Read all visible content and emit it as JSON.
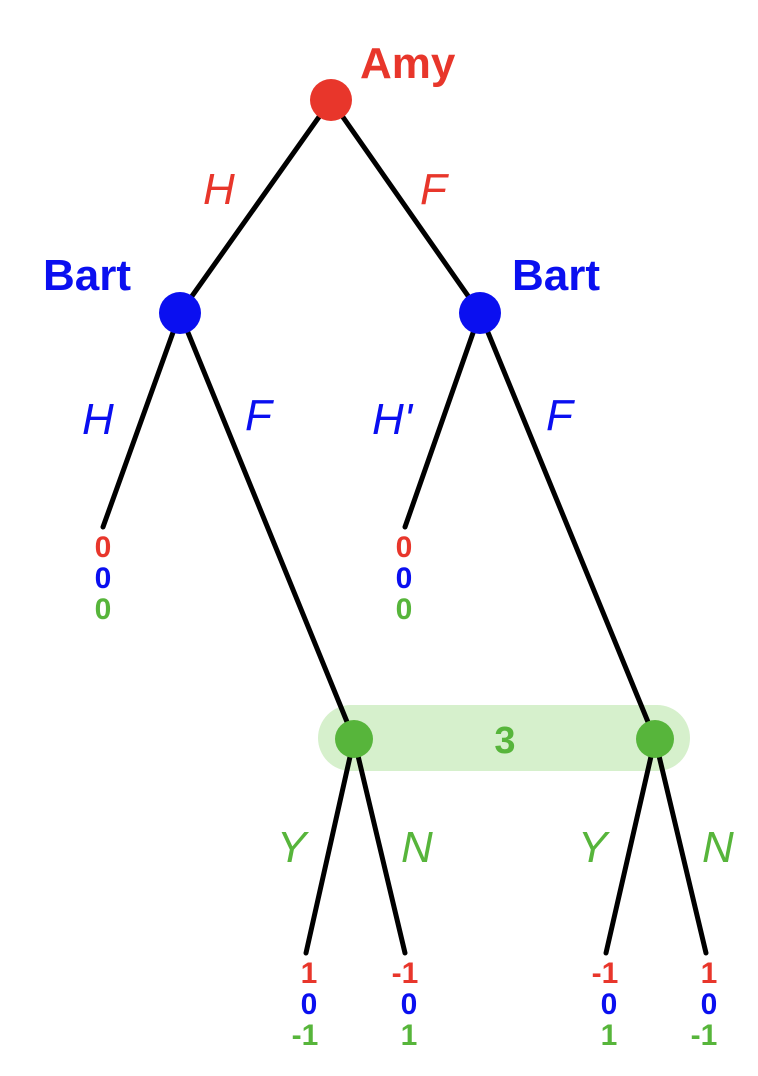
{
  "colors": {
    "amy": "#e8362b",
    "bart": "#0a0ff0",
    "chance": "#57b53b",
    "info_set": "#d6f0cc",
    "edge": "#000000"
  },
  "players": {
    "root": "Amy",
    "left": "Bart",
    "right": "Bart"
  },
  "actions": {
    "amy_left": "H",
    "amy_right": "F",
    "bart_left_left": "H",
    "bart_left_right": "F",
    "bart_right_left": "H'",
    "bart_right_right": "F",
    "p3_left_left": "Y",
    "p3_left_right": "N",
    "p3_right_left": "Y",
    "p3_right_right": "N"
  },
  "info_set_label": "3",
  "payoffs": [
    {
      "amy": "0",
      "bart": "0",
      "p3": "0"
    },
    {
      "amy": "0",
      "bart": "0",
      "p3": "0"
    },
    {
      "amy": "1",
      "bart": "0",
      "p3": "-1"
    },
    {
      "amy": "-1",
      "bart": "0",
      "p3": "1"
    },
    {
      "amy": "-1",
      "bart": "0",
      "p3": "1"
    },
    {
      "amy": "1",
      "bart": "0",
      "p3": "-1"
    }
  ]
}
